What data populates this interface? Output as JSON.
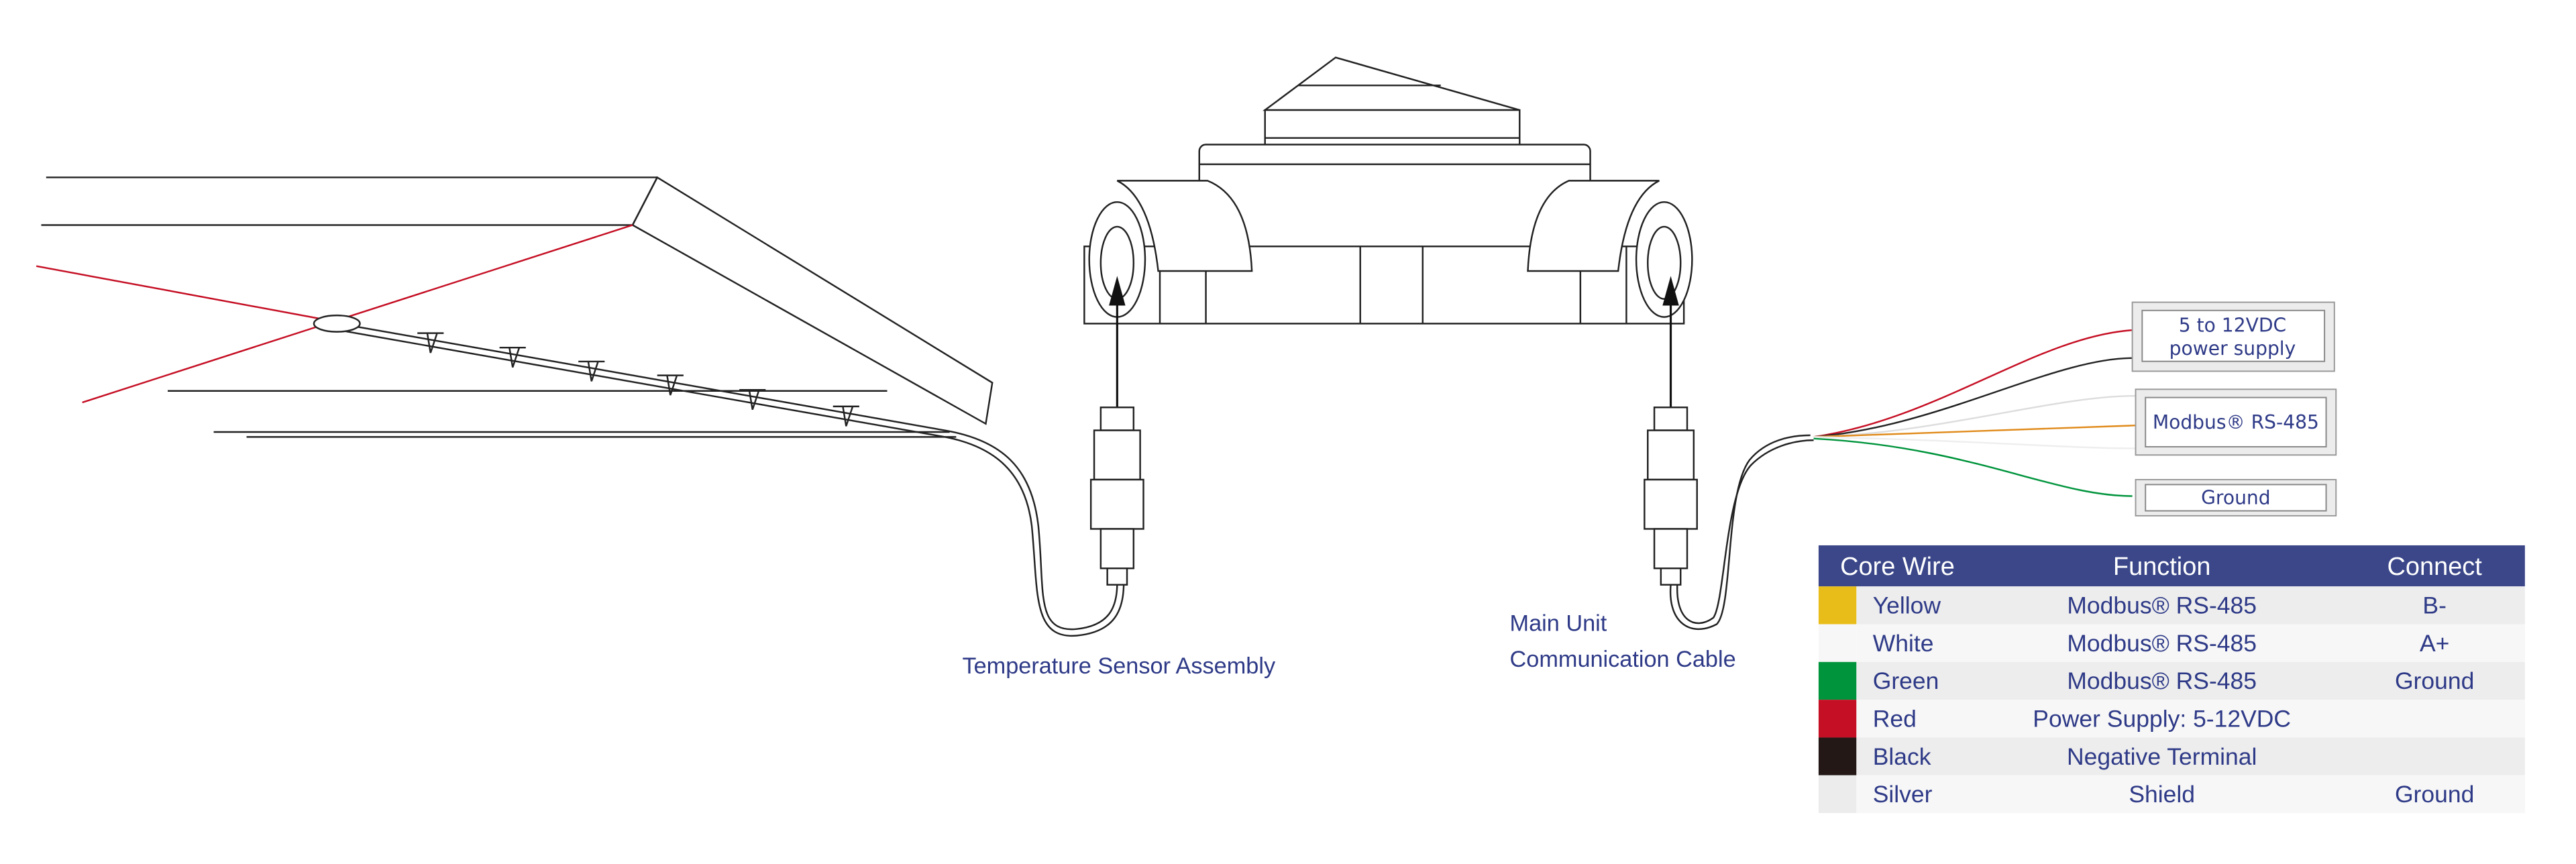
{
  "labels": {
    "sensor_assembly": "Temperature Sensor Assembly",
    "main_unit_line1": "Main Unit",
    "main_unit_line2": "Communication Cable"
  },
  "boxes": {
    "power_line1": "5 to 12VDC",
    "power_line2": "power supply",
    "modbus": "Modbus® RS-485",
    "ground": "Ground"
  },
  "table": {
    "headers": [
      "Core Wire",
      "Function",
      "Connect"
    ],
    "header_color": "#3b4789",
    "rows": [
      {
        "color": "#e8bd1a",
        "wire": "Yellow",
        "function": "Modbus® RS-485",
        "connect": "B-"
      },
      {
        "color": "#f7f7f7",
        "wire": "White",
        "function": "Modbus® RS-485",
        "connect": "A+"
      },
      {
        "color": "#00943c",
        "wire": "Green",
        "function": "Modbus® RS-485",
        "connect": "Ground"
      },
      {
        "color": "#c50f24",
        "wire": "Red",
        "function": "Power Supply: 5-12VDC",
        "connect": ""
      },
      {
        "color": "#231816",
        "wire": "Black",
        "function": "Negative Terminal",
        "connect": ""
      },
      {
        "color": "#ececec",
        "wire": "Silver",
        "function": "Shield",
        "connect": "Ground"
      }
    ]
  }
}
